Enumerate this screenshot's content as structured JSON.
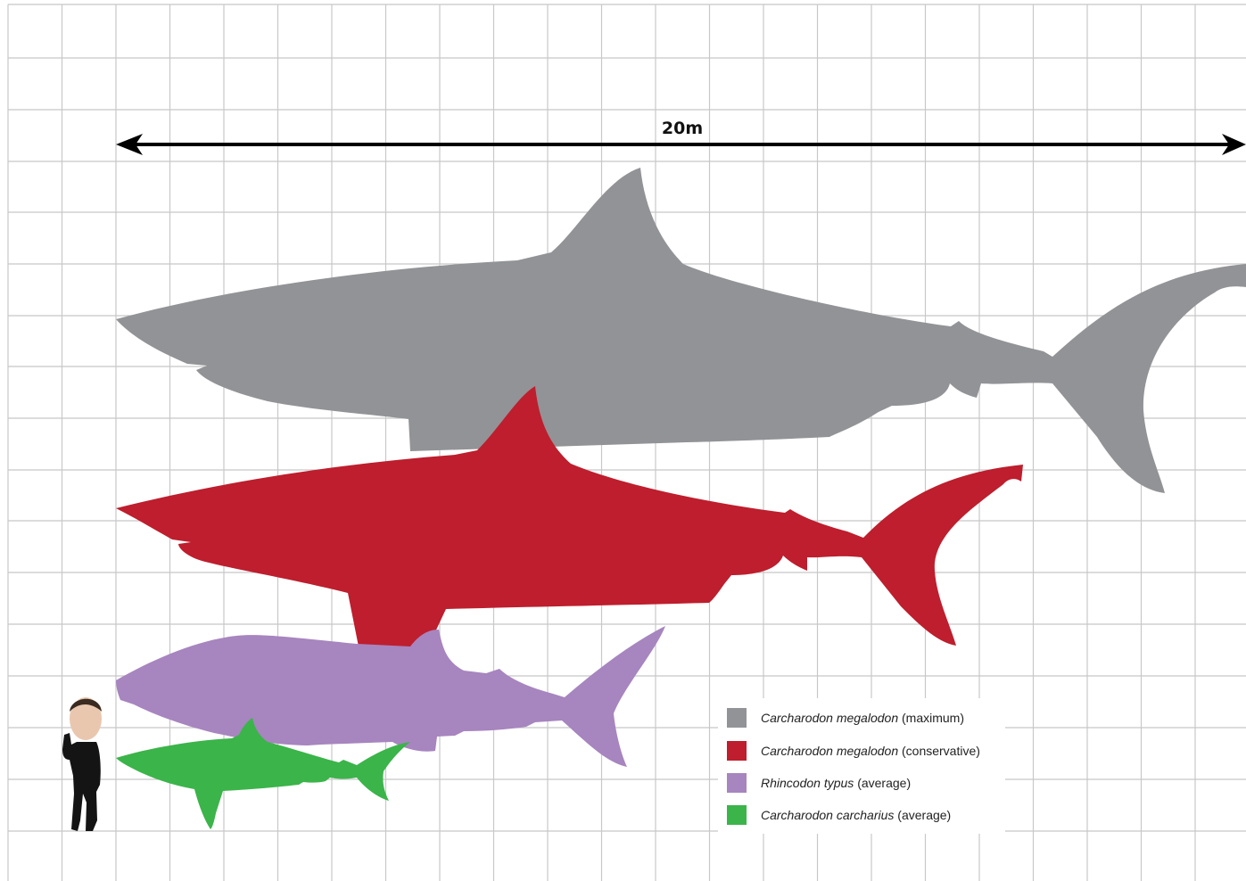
{
  "scale": {
    "label": "20m"
  },
  "colors": {
    "background": "#ffffff",
    "grid": "#c8c8c8",
    "arrow": "#000000",
    "megalodon_max": "#929396",
    "megalodon_conservative": "#be1e2d",
    "rhincodon": "#a785bf",
    "carcharias": "#3bb44a",
    "human_body": "#141414",
    "human_skin": "#e9c7ae"
  },
  "figures": [
    {
      "id": "megalodon-max-silhouette",
      "icon": "shark-silhouette",
      "color_key": "megalodon_max"
    },
    {
      "id": "megalodon-conservative-silhouette",
      "icon": "shark-silhouette",
      "color_key": "megalodon_conservative"
    },
    {
      "id": "whale-shark-silhouette",
      "icon": "whale-shark-silhouette",
      "color_key": "rhincodon"
    },
    {
      "id": "great-white-silhouette",
      "icon": "shark-silhouette",
      "color_key": "carcharias"
    },
    {
      "id": "human-figure",
      "icon": "human-diver-figure",
      "color_key": "human_body"
    }
  ],
  "legend": {
    "items": [
      {
        "species": "Carcharodon megalodon",
        "qualifier": "(maximum)",
        "color": "#929396"
      },
      {
        "species": "Carcharodon megalodon",
        "qualifier": "(conservative)",
        "color": "#be1e2d"
      },
      {
        "species": "Rhincodon typus",
        "qualifier": "(average)",
        "color": "#a785bf"
      },
      {
        "species": "Carcharodon carcharius",
        "qualifier": "(average)",
        "color": "#3bb44a"
      }
    ]
  }
}
